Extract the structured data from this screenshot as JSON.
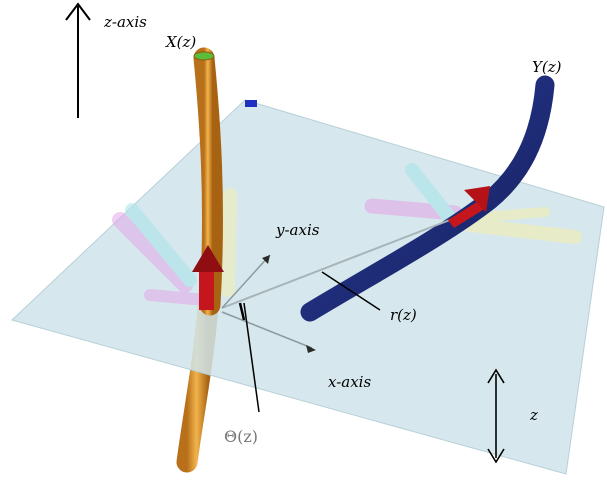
{
  "labels": {
    "z_axis": "z-axis",
    "x_z": "X(z)",
    "y_z": "Y(z)",
    "y_axis": "y-axis",
    "x_axis": "x-axis",
    "r_z": "r(z)",
    "theta_z": "Θ(z)",
    "z": "z"
  },
  "colors": {
    "plane": "#cfe4ea",
    "tube_x": "#e3a23a",
    "tube_y": "#1c2a78",
    "arrow": "#c4161c"
  }
}
